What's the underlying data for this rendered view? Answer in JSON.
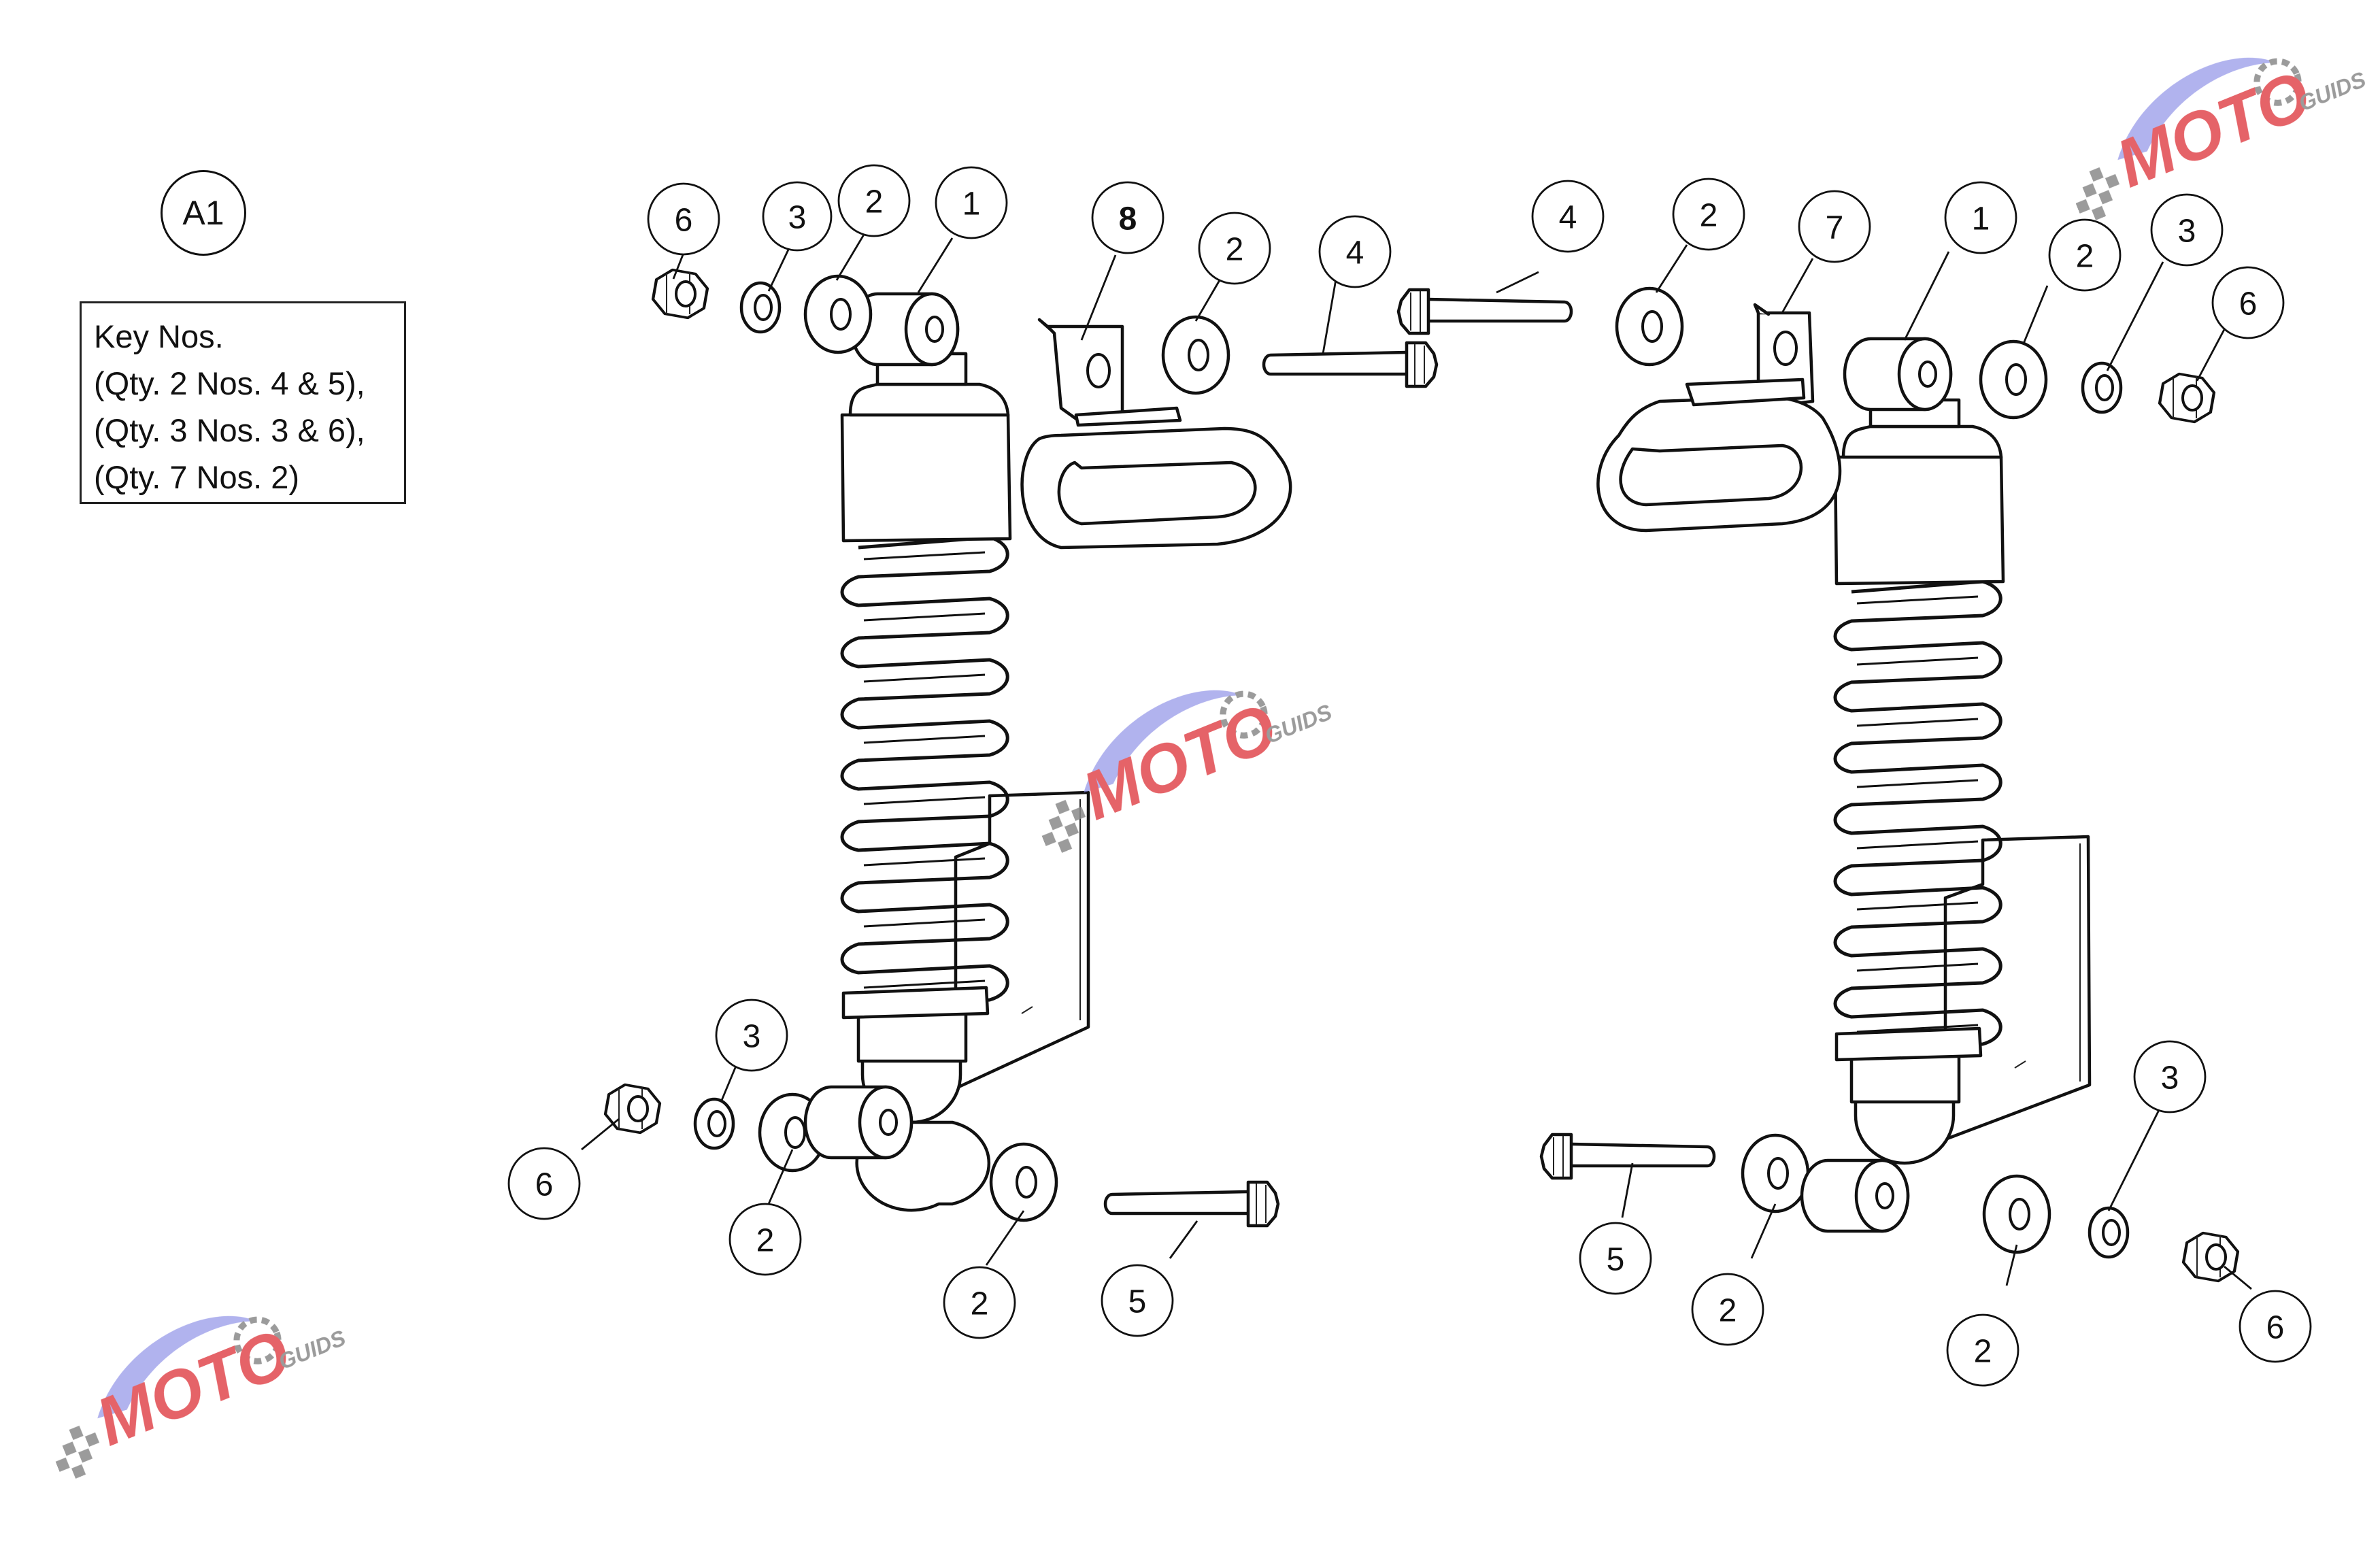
{
  "diagram_ref": "A1",
  "key_notes": {
    "title": "Key Nos.",
    "lines": [
      "(Qty. 2 Nos. 4 & 5),",
      "(Qty. 3 Nos. 3 & 6),",
      "(Qty. 7 Nos. 2)"
    ]
  },
  "watermark": {
    "brand_text": "MOTO",
    "sub_text": "GUIDS",
    "colors": {
      "red": "#e1474d",
      "blue": "#8c8fe6",
      "gray": "#8a8a8a"
    }
  },
  "callouts": [
    {
      "id": "left-top-6",
      "number": "6"
    },
    {
      "id": "left-top-3",
      "number": "3"
    },
    {
      "id": "left-top-2",
      "number": "2"
    },
    {
      "id": "left-top-1",
      "number": "1"
    },
    {
      "id": "left-bracket-8",
      "number": "8",
      "bold": true
    },
    {
      "id": "left-top-2b",
      "number": "2"
    },
    {
      "id": "left-top-4",
      "number": "4"
    },
    {
      "id": "right-top-4",
      "number": "4"
    },
    {
      "id": "right-top-2",
      "number": "2"
    },
    {
      "id": "right-bracket-7",
      "number": "7"
    },
    {
      "id": "right-top-1",
      "number": "1"
    },
    {
      "id": "right-top-2b",
      "number": "2"
    },
    {
      "id": "right-top-3",
      "number": "3"
    },
    {
      "id": "right-top-6",
      "number": "6"
    },
    {
      "id": "left-bottom-3",
      "number": "3"
    },
    {
      "id": "left-bottom-6",
      "number": "6"
    },
    {
      "id": "left-bottom-2",
      "number": "2"
    },
    {
      "id": "left-bottom-2b",
      "number": "2"
    },
    {
      "id": "left-bottom-5",
      "number": "5"
    },
    {
      "id": "right-bottom-5",
      "number": "5"
    },
    {
      "id": "right-bottom-2",
      "number": "2"
    },
    {
      "id": "right-bottom-3",
      "number": "3"
    },
    {
      "id": "right-bottom-2b",
      "number": "2"
    },
    {
      "id": "right-bottom-6",
      "number": "6"
    }
  ]
}
